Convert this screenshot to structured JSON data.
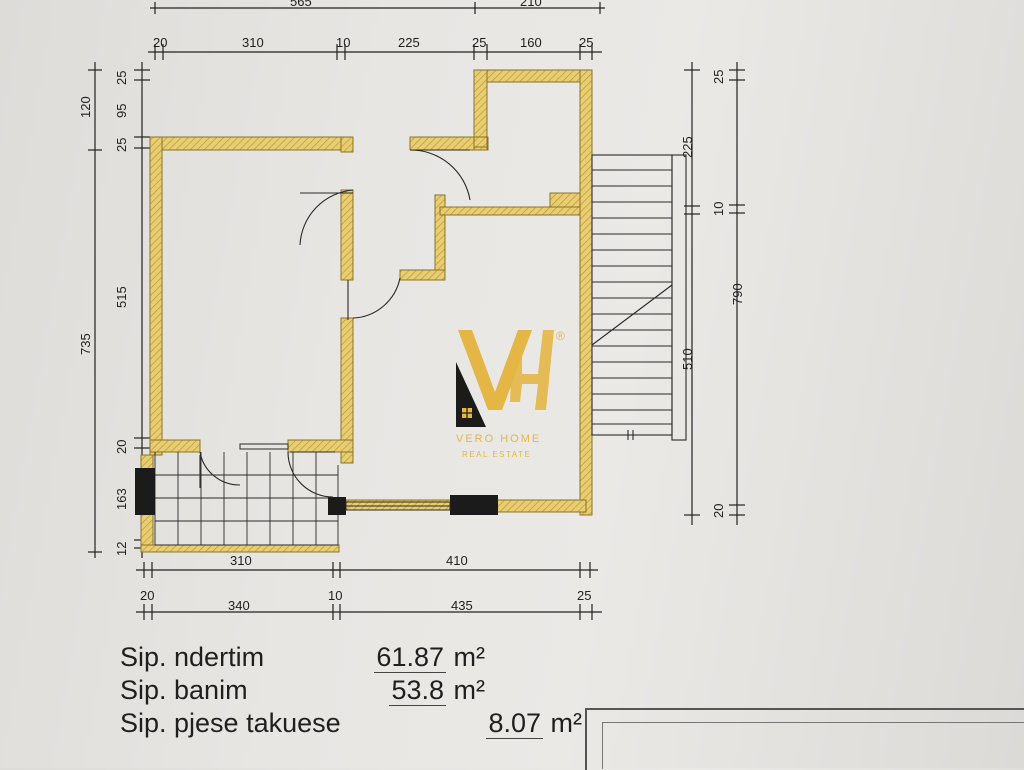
{
  "dimensions": {
    "top_partial": [
      "565",
      "210"
    ],
    "top": [
      "20",
      "310",
      "10",
      "225",
      "25",
      "160",
      "25"
    ],
    "left_outer": [
      "735",
      "120"
    ],
    "left_inner": [
      "25",
      "95",
      "25",
      "515",
      "20",
      "163",
      "12"
    ],
    "right": [
      "25",
      "225",
      "10",
      "790",
      "510",
      "20"
    ],
    "bottom_inner": [
      "310",
      "410"
    ],
    "bottom_outer": [
      "20",
      "340",
      "10",
      "435",
      "25"
    ]
  },
  "areas": [
    {
      "label": "Sip. ndertim",
      "value": "61.87",
      "unit": "m²"
    },
    {
      "label": "Sip. banim",
      "value": "53.8",
      "unit": "m²"
    },
    {
      "label": "Sip. pjese takuese",
      "value": "8.07",
      "unit": "m²"
    }
  ],
  "watermark": {
    "name": "VERO HOME",
    "subtitle": "REAL ESTATE",
    "registered": "®"
  },
  "colors": {
    "wall": "#e6c96a",
    "wall_stroke": "#8a7424",
    "logo": "#e3b645",
    "logo_dark": "#1b1b1b",
    "line": "#222222"
  }
}
